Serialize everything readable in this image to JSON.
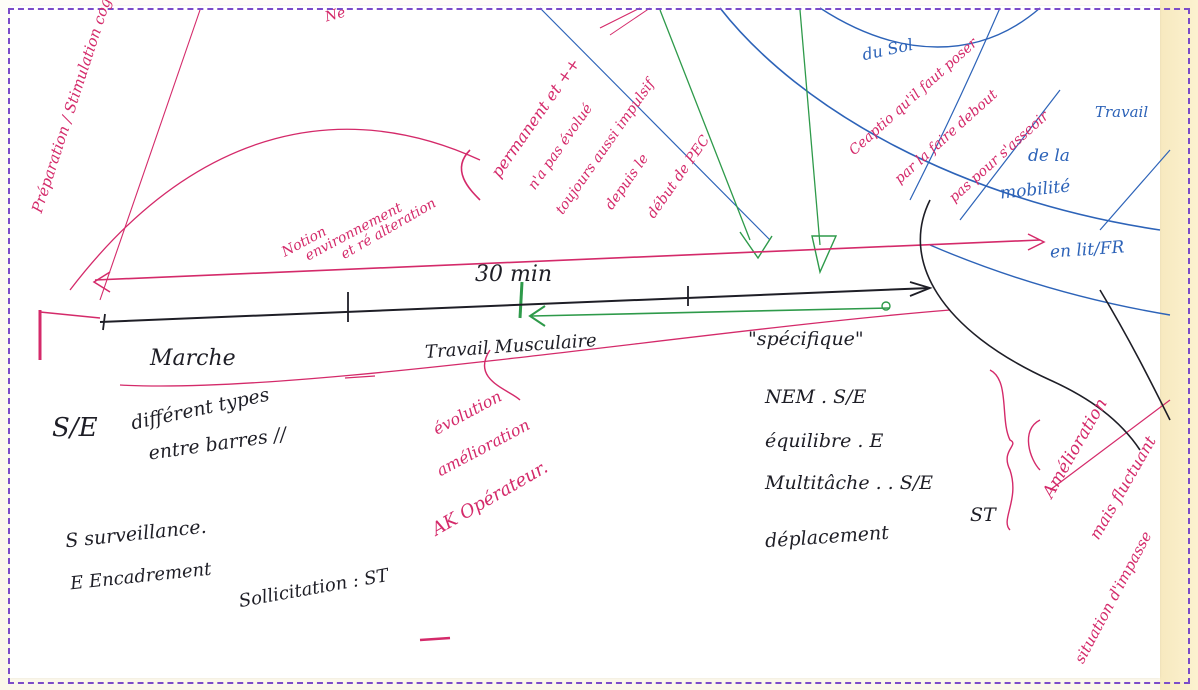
{
  "colors": {
    "paper": "#ffffff",
    "margin_paper": "#fbf3d6",
    "frame": "#7b4cc9",
    "ink_black": "#1e1e26",
    "ink_pink": "#d42a6a",
    "ink_blue": "#2d63b8",
    "ink_green": "#2e9a4a"
  },
  "notes": {
    "preparation": "Préparation / Stimulation cognitive",
    "notion_line1": "Notion",
    "notion_line2": "environnement",
    "notion_line3": "et ré alteration",
    "permanent": "permanent et ++",
    "evolue_line1": "n'a pas évolué",
    "evolue_line2": "toujours aussi impulsif",
    "evolue_line3": "depuis le",
    "evolue_line4": "début de PEC",
    "du_sol": "du Sol",
    "ceaptio_line1": "Ceaptio qu'il faut poser",
    "ceaptio_line2": "par la faire debout",
    "ceaptio_line3": "pas pour s'asseoir",
    "travail": "Travail",
    "de_la": "de la",
    "mobilite": "mobilité",
    "en_lit": "en lit/FR",
    "thirty_min": "30 min",
    "marche": "Marche",
    "differents_types": "différent types",
    "entre_barres": "entre barres //",
    "s_e": "S/E",
    "travail_musculaire": "Travail Musculaire",
    "specifique": "\"spécifique\"",
    "nem": "NEM . S/E",
    "equilibre": "équilibre . E",
    "multitache": "Multitâche . . S/E",
    "deplacement": "déplacement",
    "st": "ST",
    "evolution_line1": "évolution",
    "evolution_line2": "amélioration",
    "ak_operateur": "AK Opérateur.",
    "amelioration": "Amélioration",
    "mais_fluctuant": "mais fluctuant",
    "situation": "situation d'impasse",
    "s_surveillance": "S surveillance.",
    "e_encadrement": "E Encadrement",
    "sollicitation": "Sollicitation : ST",
    "partial_top": "Ne"
  }
}
